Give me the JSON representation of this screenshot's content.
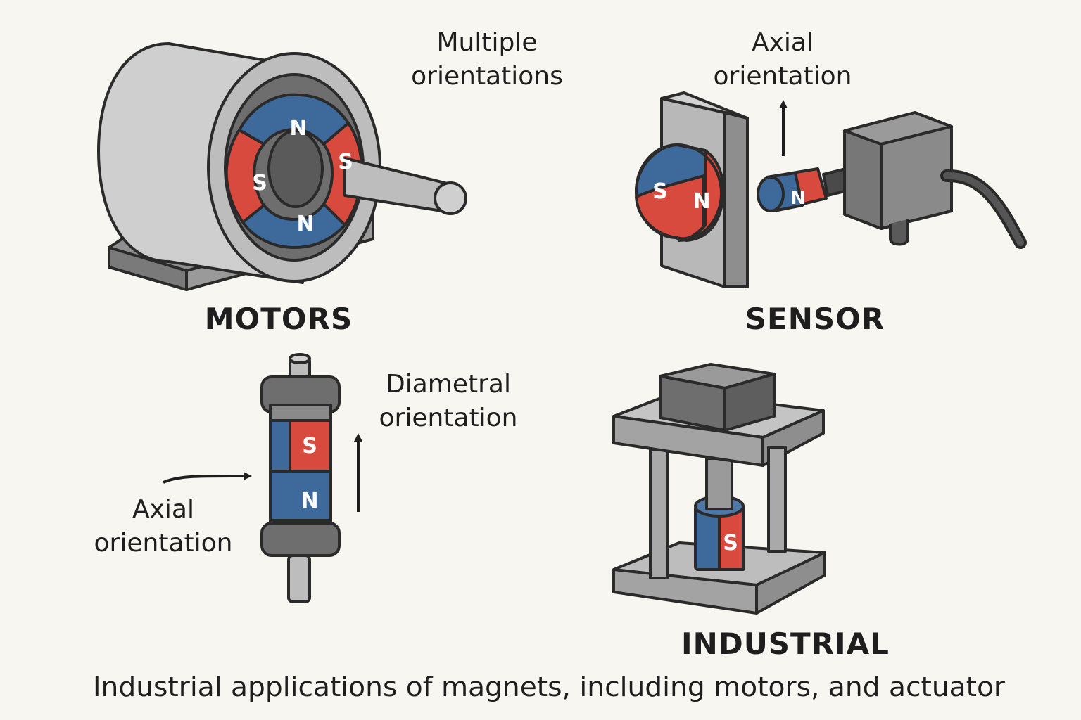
{
  "colors": {
    "background": "#f8f6f1",
    "north_pole": "#3d6a9a",
    "south_pole": "#d84a3e",
    "metal_light": "#cfcfcf",
    "metal_mid": "#a9a9a9",
    "metal_dark": "#5a5a5a",
    "outline": "#2a2a2a"
  },
  "motors": {
    "heading": "MOTORS",
    "note_line1": "Multiple",
    "note_line2": "orientations",
    "pole_top": "N",
    "pole_bottom": "N",
    "pole_left": "S",
    "pole_right": "S"
  },
  "sensor": {
    "heading": "SENSOR",
    "note_line1": "Axial",
    "note_line2": "orientation",
    "disc_pole_left": "S",
    "disc_pole_right": "N",
    "rod_pole": "N"
  },
  "actuator": {
    "diametral_line1": "Diametral",
    "diametral_line2": "orientation",
    "axial_line1": "Axial",
    "axial_line2": "orientation",
    "pole_upper": "S",
    "pole_lower": "N"
  },
  "industrial": {
    "heading": "INDUSTRIAL",
    "pole": "S"
  },
  "caption": "Industrial applications of magnets, including motors, and actuator"
}
